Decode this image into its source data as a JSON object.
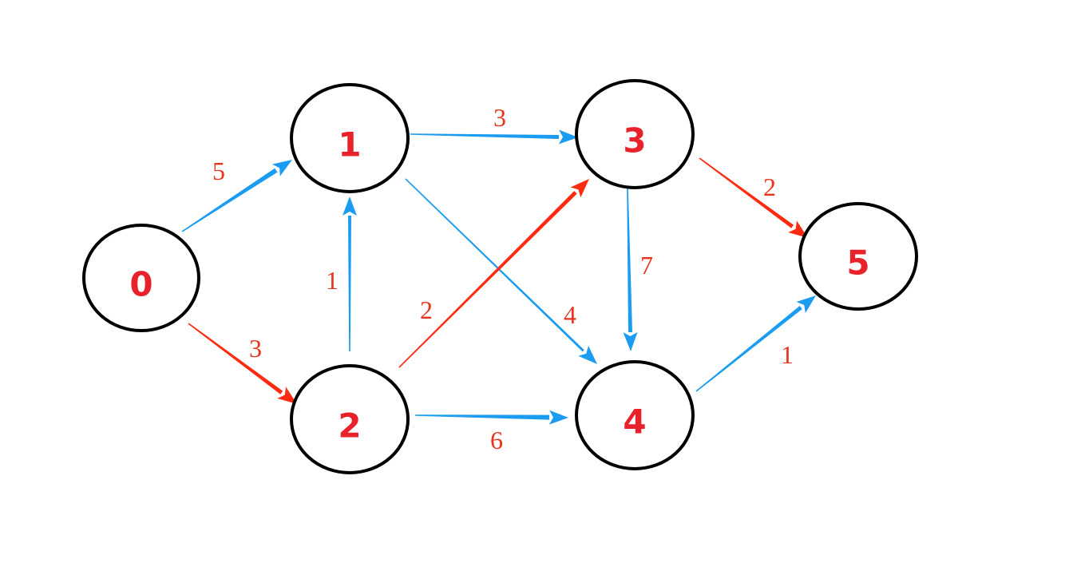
{
  "colors": {
    "node_label": "#e8222a",
    "weight_label": "#e8341c",
    "edge_blue": "#1a9cf0",
    "edge_red": "#ff2a10",
    "node_border": "#000000"
  },
  "nodes": [
    {
      "id": "0",
      "label": "0"
    },
    {
      "id": "1",
      "label": "1"
    },
    {
      "id": "2",
      "label": "2"
    },
    {
      "id": "3",
      "label": "3"
    },
    {
      "id": "4",
      "label": "4"
    },
    {
      "id": "5",
      "label": "5"
    }
  ],
  "edges": [
    {
      "from": "0",
      "to": "1",
      "weight": "5",
      "color": "blue"
    },
    {
      "from": "0",
      "to": "2",
      "weight": "3",
      "color": "red"
    },
    {
      "from": "1",
      "to": "3",
      "weight": "3",
      "color": "blue"
    },
    {
      "from": "1",
      "to": "4",
      "weight": "4",
      "color": "blue"
    },
    {
      "from": "2",
      "to": "1",
      "weight": "1",
      "color": "blue"
    },
    {
      "from": "2",
      "to": "3",
      "weight": "2",
      "color": "red"
    },
    {
      "from": "2",
      "to": "4",
      "weight": "6",
      "color": "blue"
    },
    {
      "from": "3",
      "to": "4",
      "weight": "7",
      "color": "blue"
    },
    {
      "from": "3",
      "to": "5",
      "weight": "2",
      "color": "red"
    },
    {
      "from": "4",
      "to": "5",
      "weight": "1",
      "color": "blue"
    }
  ]
}
